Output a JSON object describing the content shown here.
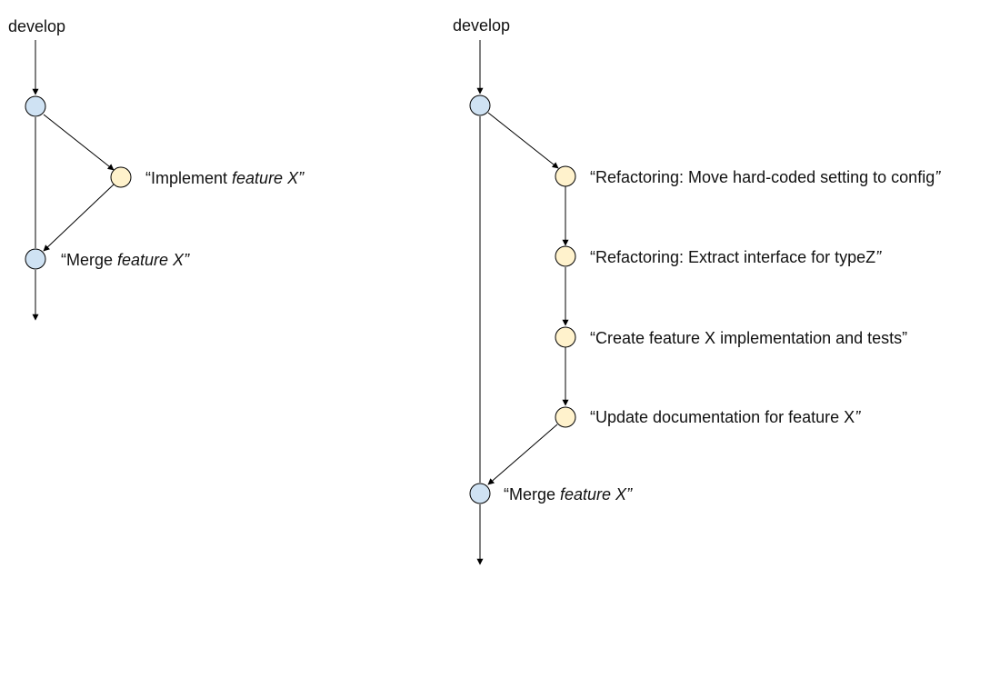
{
  "colors": {
    "develop_node_fill": "#cfe2f3",
    "feature_node_fill": "#fff2cc",
    "stroke": "#000000"
  },
  "left_diagram": {
    "branch_label": "develop",
    "commits": [
      {
        "pre": "“Implement ",
        "em": "feature X",
        "post": "”"
      },
      {
        "pre": "“Merge ",
        "em": "feature X",
        "post": "”"
      }
    ]
  },
  "right_diagram": {
    "branch_label": "develop",
    "commits": [
      {
        "pre": "“Refactoring: Move hard-coded setting to config",
        "em": "",
        "post": "”"
      },
      {
        "pre": "“Refactoring: Extract interface for typeZ",
        "em": "",
        "post": "”"
      },
      {
        "pre": "“Create feature X implementation and tests”",
        "em": "",
        "post": ""
      },
      {
        "pre": "“Update documentation for feature X",
        "em": "",
        "post": "”"
      },
      {
        "pre": "“Merge ",
        "em": "feature X",
        "post": "”"
      }
    ]
  }
}
